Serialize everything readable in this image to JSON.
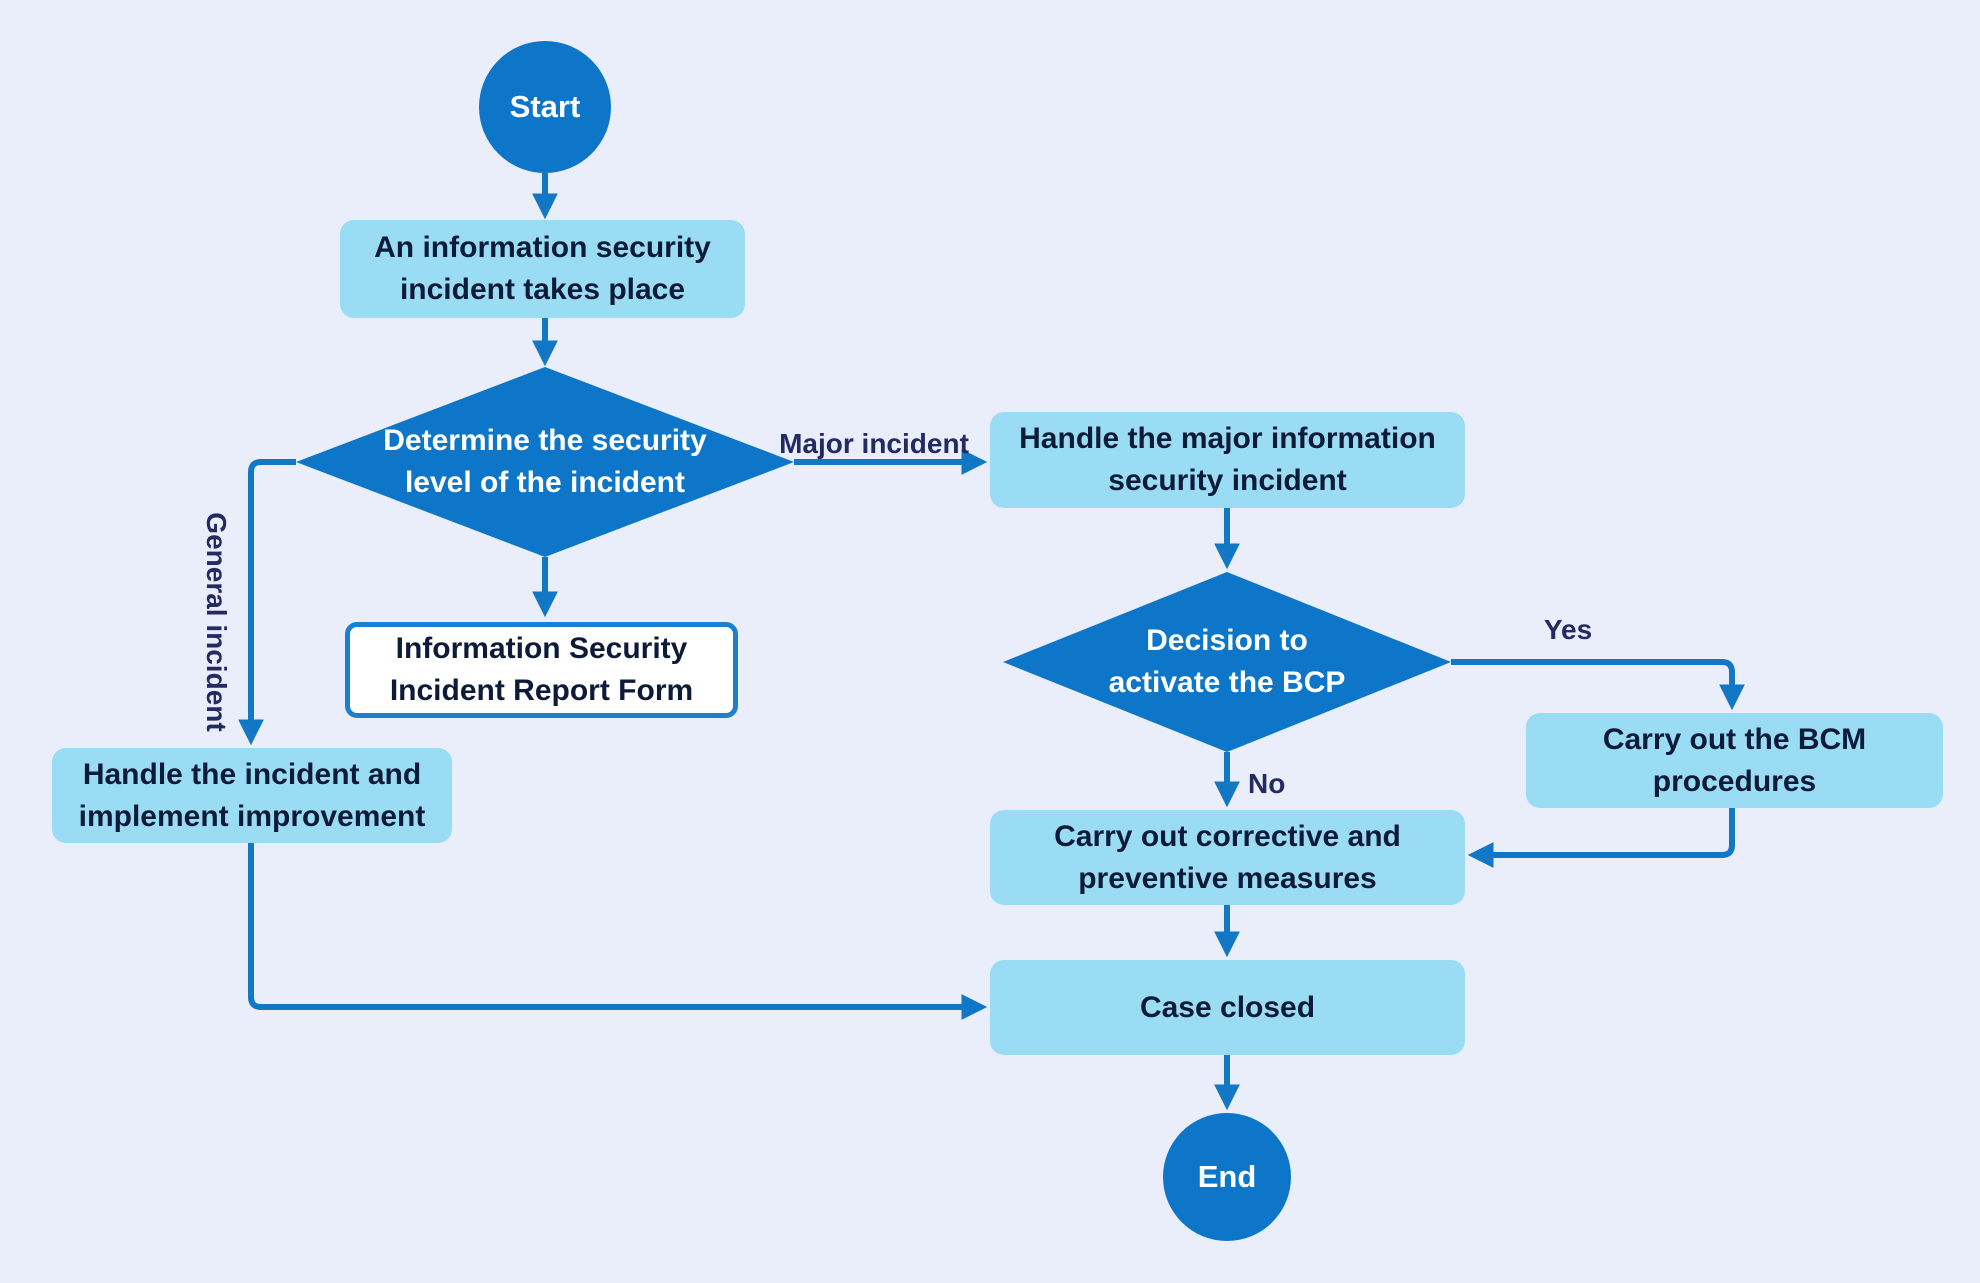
{
  "colors": {
    "background": "#e9eefa",
    "node_dark": "#0d76c8",
    "node_light": "#9bdcf5",
    "line": "#1277c5",
    "text_dark": "#0d1b38",
    "text_light": "#ffffff",
    "edge_label": "#252a63",
    "form_border": "#1d80ce",
    "form_bg": "#ffffff"
  },
  "nodes": {
    "start": {
      "label": "Start"
    },
    "incident": {
      "label": "An information security\nincident takes place"
    },
    "determine_level": {
      "label": "Determine the security\nlevel of the incident"
    },
    "report_form": {
      "label": "Information Security\nIncident Report Form"
    },
    "handle_general": {
      "label": "Handle the incident and\nimplement improvement"
    },
    "handle_major": {
      "label": "Handle the major information\nsecurity incident"
    },
    "decision_bcp": {
      "label": "Decision to\nactivate the BCP"
    },
    "bcm": {
      "label": "Carry out the BCM procedures"
    },
    "corrective": {
      "label": "Carry out corrective and\npreventive measures"
    },
    "case_closed": {
      "label": "Case closed"
    },
    "end": {
      "label": "End"
    }
  },
  "edge_labels": {
    "major": "Major incident",
    "general": "General incident",
    "yes": "Yes",
    "no": "No"
  },
  "edges": [
    {
      "from": "start",
      "to": "incident",
      "label": ""
    },
    {
      "from": "incident",
      "to": "determine_level",
      "label": ""
    },
    {
      "from": "determine_level",
      "to": "report_form",
      "label": ""
    },
    {
      "from": "determine_level",
      "to": "handle_major",
      "label": "Major incident"
    },
    {
      "from": "determine_level",
      "to": "handle_general",
      "label": "General incident"
    },
    {
      "from": "handle_major",
      "to": "decision_bcp",
      "label": ""
    },
    {
      "from": "decision_bcp",
      "to": "bcm",
      "label": "Yes"
    },
    {
      "from": "decision_bcp",
      "to": "corrective",
      "label": "No"
    },
    {
      "from": "bcm",
      "to": "corrective",
      "label": ""
    },
    {
      "from": "corrective",
      "to": "case_closed",
      "label": ""
    },
    {
      "from": "handle_general",
      "to": "case_closed",
      "label": ""
    },
    {
      "from": "case_closed",
      "to": "end",
      "label": ""
    }
  ]
}
